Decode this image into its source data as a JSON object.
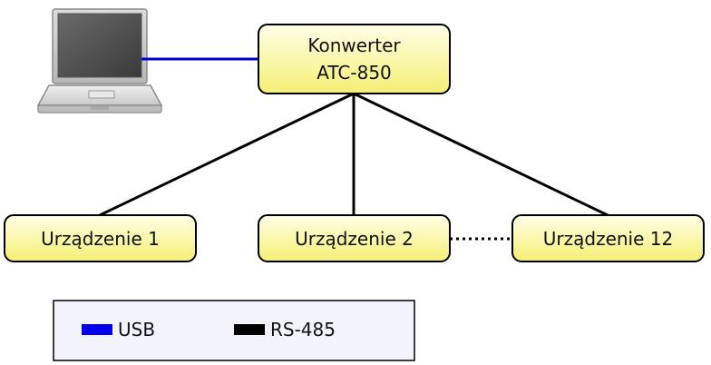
{
  "converter": {
    "line1": "Konwerter",
    "line2": "ATC-850"
  },
  "devices": [
    {
      "label": "Urządzenie 1"
    },
    {
      "label": "Urządzenie 2"
    },
    {
      "label": "Urządzenie 12"
    }
  ],
  "legend": {
    "items": [
      {
        "label": "USB",
        "color": "#0000ee"
      },
      {
        "label": "RS-485",
        "color": "#000000"
      }
    ]
  },
  "colors": {
    "box_fill_top": "#ffffe6",
    "box_fill_bottom": "#f6f17a",
    "box_stroke": "#000000",
    "usb_line": "#0000cc",
    "rs485_line": "#000000",
    "legend_fill": "#f3f3fb"
  },
  "icons": {
    "computer": "laptop-icon"
  }
}
